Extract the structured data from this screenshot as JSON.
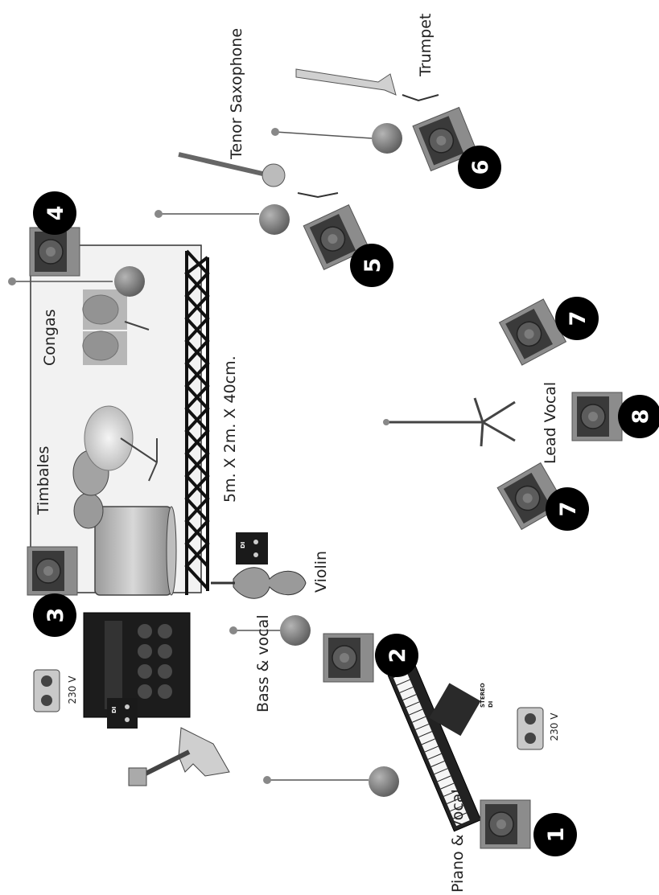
{
  "labels": {
    "piano_vocal": "Piano & vocal",
    "bass_vocal": "Bass & vocal",
    "violin": "Violin",
    "timbales": "Timbales",
    "congas": "Congas",
    "riser_size": "5m. X 2m. X 40cm.",
    "tenor_sax": "Tenor Saxophone",
    "trumpet": "Trumpet",
    "lead_vocal": "Lead Vocal"
  },
  "power": {
    "left": "230 V",
    "right": "230 V"
  },
  "di": {
    "stereo": "STEREO",
    "stereo_sub": "DI",
    "mono_violin": "DI",
    "mono_bass": "DI"
  },
  "monitors": {
    "m1": "1",
    "m2": "2",
    "m3": "3",
    "m4": "4",
    "m5": "5",
    "m6": "6",
    "m7a": "7",
    "m7b": "7",
    "m8": "8"
  },
  "colors": {
    "wedge_body": "#8c8c8c",
    "wedge_front": "#3a3a3a",
    "riser": "#f2f2f2",
    "truss": "#111111",
    "mic_ball": "#7a7a7a"
  }
}
